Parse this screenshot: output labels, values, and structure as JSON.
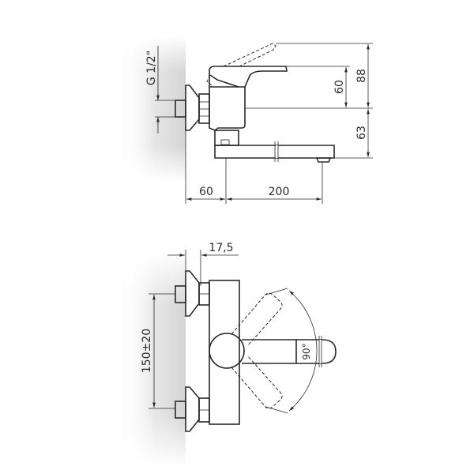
{
  "drawing": {
    "subject": "Wall-mounted single-lever bath/basin mixer",
    "colors": {
      "line": "#2a2a2a",
      "background": "#ffffff",
      "wall_shade": "#d9d9d9"
    },
    "side_view": {
      "dimensions": {
        "thread": "G 1/2\"",
        "lever_height_open": "88",
        "lever_height": "60",
        "spout_drop": "63",
        "wall_to_body": "60",
        "spout_reach": "200"
      }
    },
    "front_view": {
      "dimensions": {
        "eccentric_offset": "17,5",
        "inlet_spacing": "150±20",
        "lever_rotation": "90°"
      }
    }
  }
}
